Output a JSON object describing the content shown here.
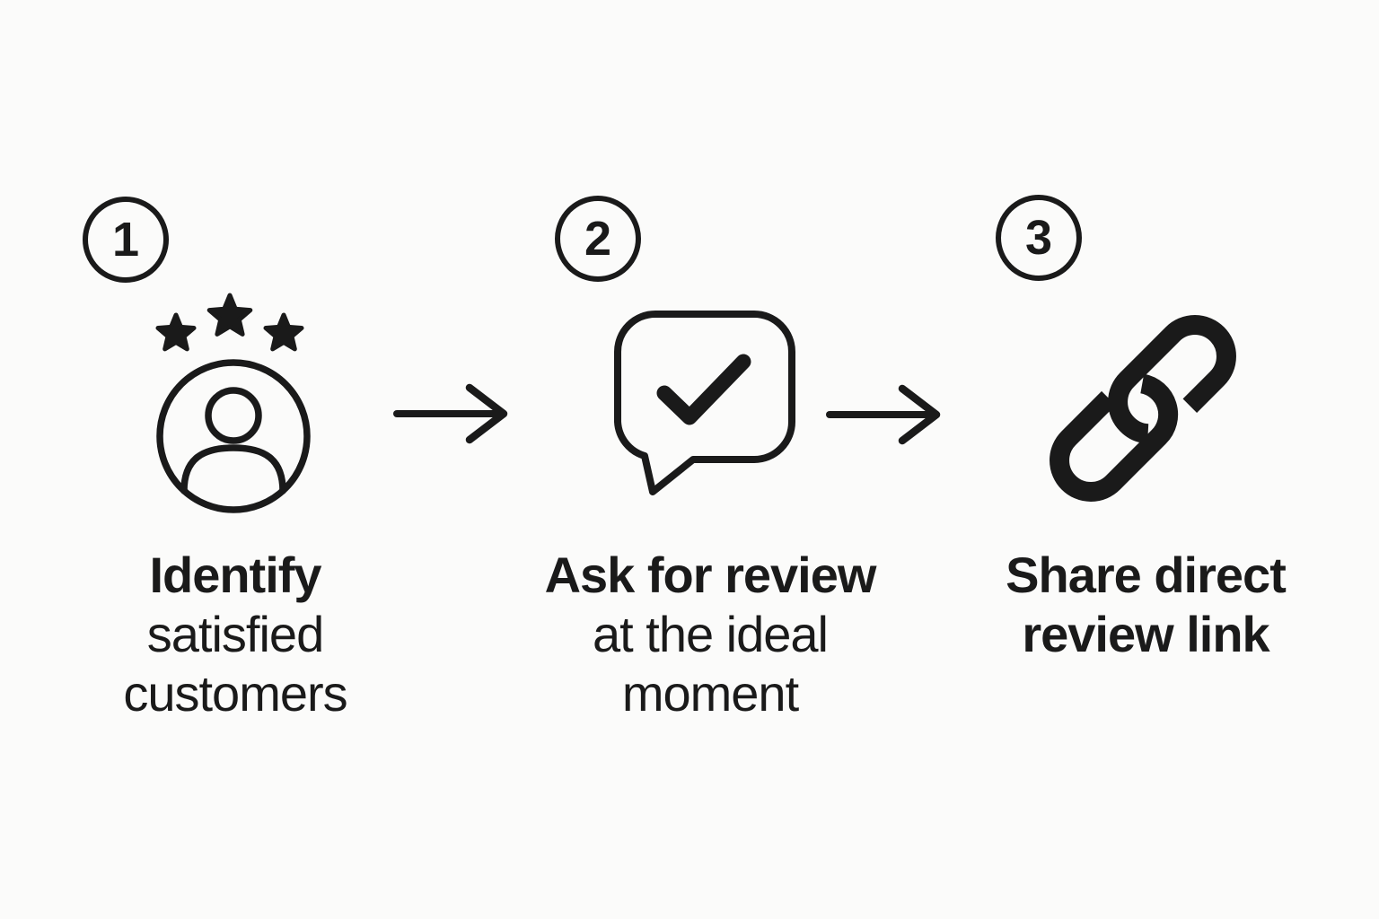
{
  "canvas": {
    "background_color": "#fbfbfa",
    "ink_color": "#1a1a1a"
  },
  "steps": [
    {
      "number": "1",
      "icon": "satisfied-customer-stars-icon",
      "lines": [
        "Identify",
        "satisfied",
        "customers"
      ]
    },
    {
      "number": "2",
      "icon": "speech-bubble-check-icon",
      "lines": [
        "Ask for review",
        "at the ideal",
        "moment"
      ]
    },
    {
      "number": "3",
      "icon": "link-chain-icon",
      "lines": [
        "Share direct",
        "review link"
      ]
    }
  ],
  "arrows": [
    {
      "name": "right-arrow"
    },
    {
      "name": "right-arrow"
    }
  ]
}
